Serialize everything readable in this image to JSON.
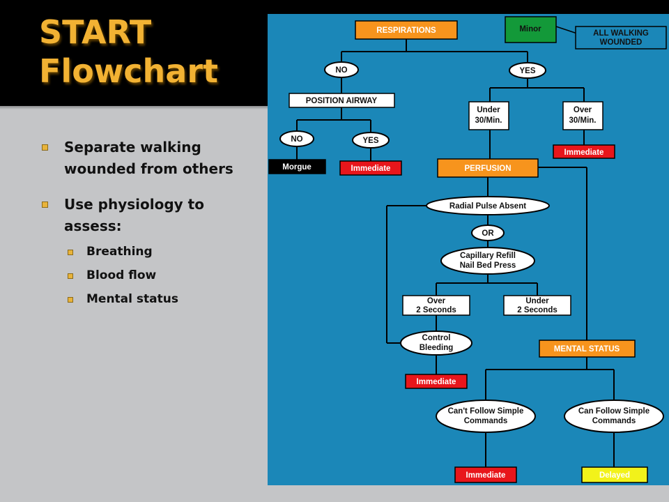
{
  "slide": {
    "title_line1": "START",
    "title_line2": "Flowchart",
    "bullets": [
      {
        "text": "Separate walking wounded from others"
      },
      {
        "text": "Use physiology to assess:"
      }
    ],
    "sub_bullets": [
      {
        "text": "Breathing"
      },
      {
        "text": "Blood flow"
      },
      {
        "text": "Mental status"
      }
    ]
  },
  "flowchart": {
    "respirations": "RESPIRATIONS",
    "minor": "Minor",
    "all_walking_line1": "ALL WALKING",
    "all_walking_line2": "WOUNDED",
    "no": "NO",
    "yes": "YES",
    "position_airway": "POSITION AIRWAY",
    "airway_no": "NO",
    "airway_yes": "YES",
    "morgue": "Morgue",
    "immediate_airway": "Immediate",
    "under_30_line1": "Under",
    "under_30_line2": "30/Min.",
    "over_30_line1": "Over",
    "over_30_line2": "30/Min.",
    "immediate_over30": "Immediate",
    "perfusion": "PERFUSION",
    "radial_pulse": "Radial Pulse Absent",
    "or": "OR",
    "cap_refill_line1": "Capillary Refill",
    "cap_refill_line2": "Nail Bed Press",
    "over_2s_line1": "Over",
    "over_2s_line2": "2 Seconds",
    "under_2s_line1": "Under",
    "under_2s_line2": "2 Seconds",
    "control_line1": "Control",
    "control_line2": "Bleeding",
    "immediate_bleeding": "Immediate",
    "mental_status": "MENTAL STATUS",
    "cant_follow_line1": "Can't Follow Simple",
    "cant_follow_line2": "Commands",
    "can_follow_line1": "Can Follow Simple",
    "can_follow_line2": "Commands",
    "immediate_mental": "Immediate",
    "delayed": "Delayed"
  },
  "colors": {
    "title": "#f2b233",
    "diagram_background": "#1b87b8",
    "orange_box": "#f7941d",
    "red_box": "#e8161b",
    "green_box": "#139939",
    "yellow_box": "#f2f21a",
    "morgue_box": "#000000"
  }
}
